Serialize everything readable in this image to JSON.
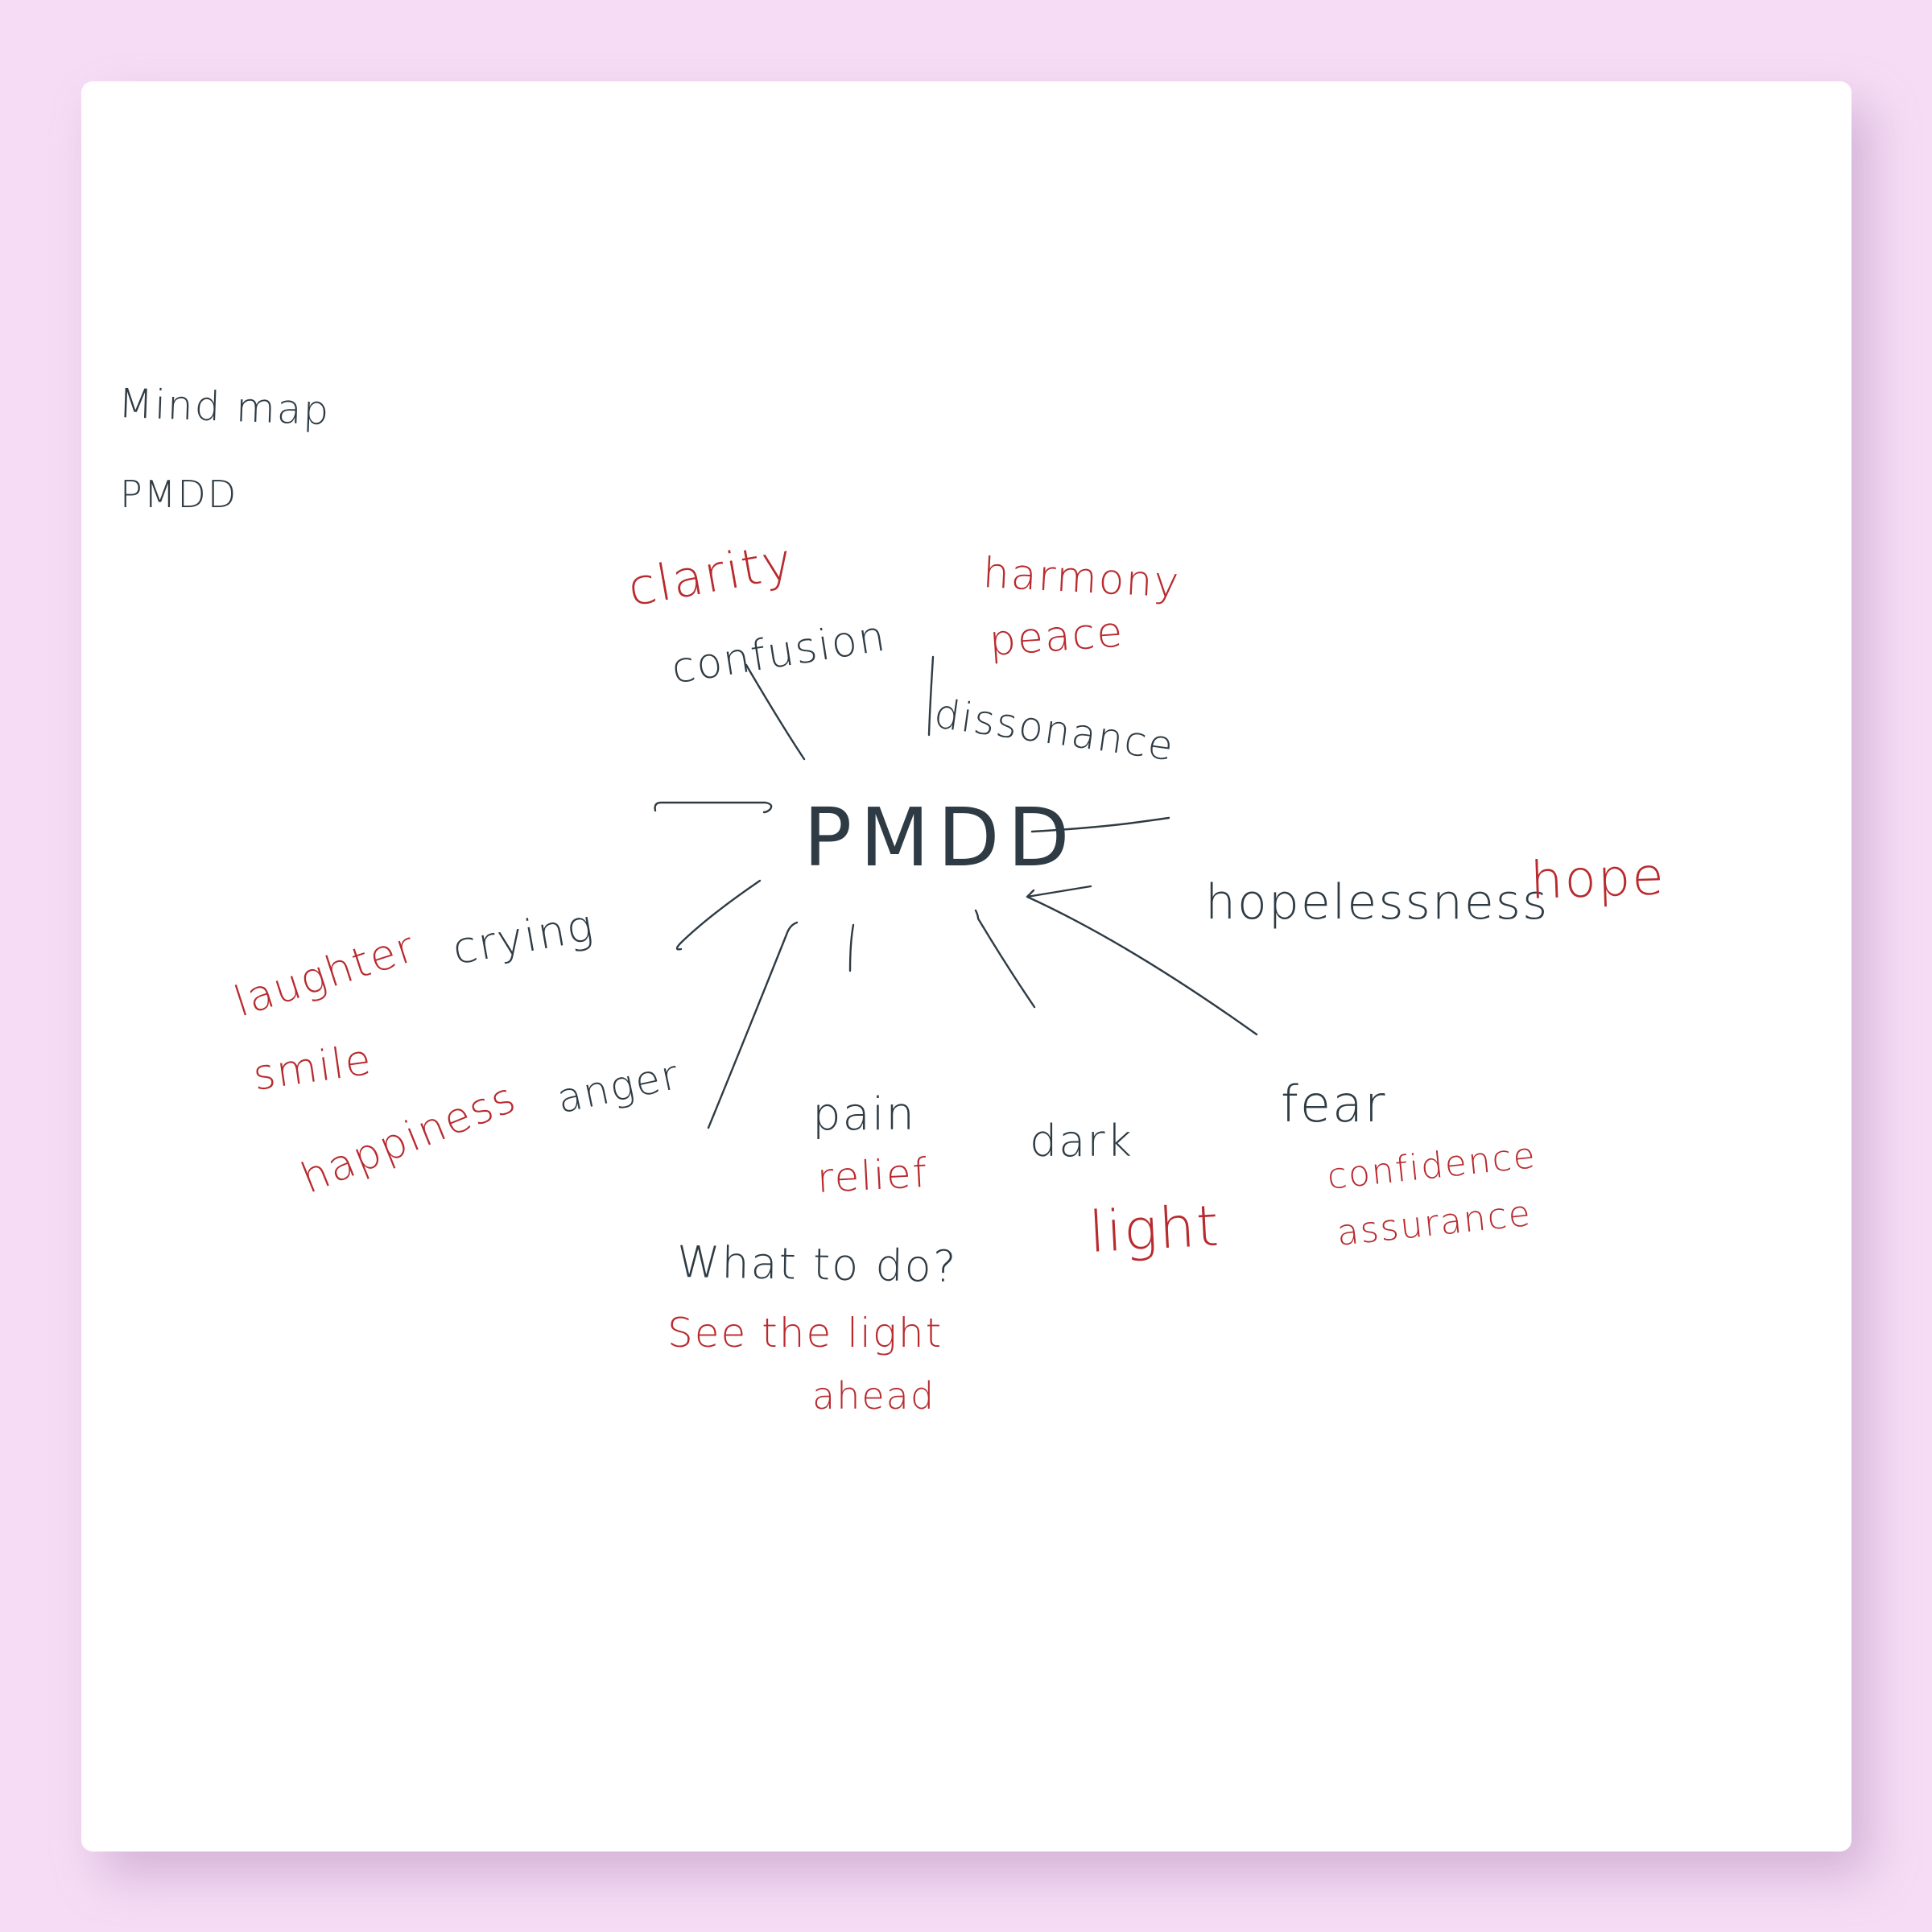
{
  "canvas": {
    "background": "#f6ddf5",
    "card_background": "#ffffff",
    "ink_color": "#2e3b44",
    "accent_color": "#b82a2e"
  },
  "header": {
    "title": "Mind map",
    "subtitle": "PMDD"
  },
  "mindmap": {
    "center": "PMDD",
    "branches": [
      {
        "id": "confusion",
        "word": "confusion",
        "opposites": [
          "clarity"
        ]
      },
      {
        "id": "dissonance",
        "word": "dissonance",
        "opposites": [
          "harmony",
          "peace"
        ]
      },
      {
        "id": "hopelessness",
        "word": "hopelessness",
        "opposites": [
          "hope"
        ]
      },
      {
        "id": "crying",
        "word": "crying",
        "opposites": [
          "laughter",
          "smile"
        ]
      },
      {
        "id": "anger",
        "word": "anger",
        "opposites": [
          "happiness"
        ]
      },
      {
        "id": "what-to-do",
        "word": "What to do?",
        "opposites": [
          "See the light",
          "ahead"
        ]
      },
      {
        "id": "pain",
        "word": "pain",
        "opposites": [
          "relief"
        ]
      },
      {
        "id": "dark",
        "word": "dark",
        "opposites": [
          "light"
        ]
      },
      {
        "id": "fear",
        "word": "fear",
        "opposites": [
          "confidence",
          "assurance"
        ]
      }
    ]
  }
}
